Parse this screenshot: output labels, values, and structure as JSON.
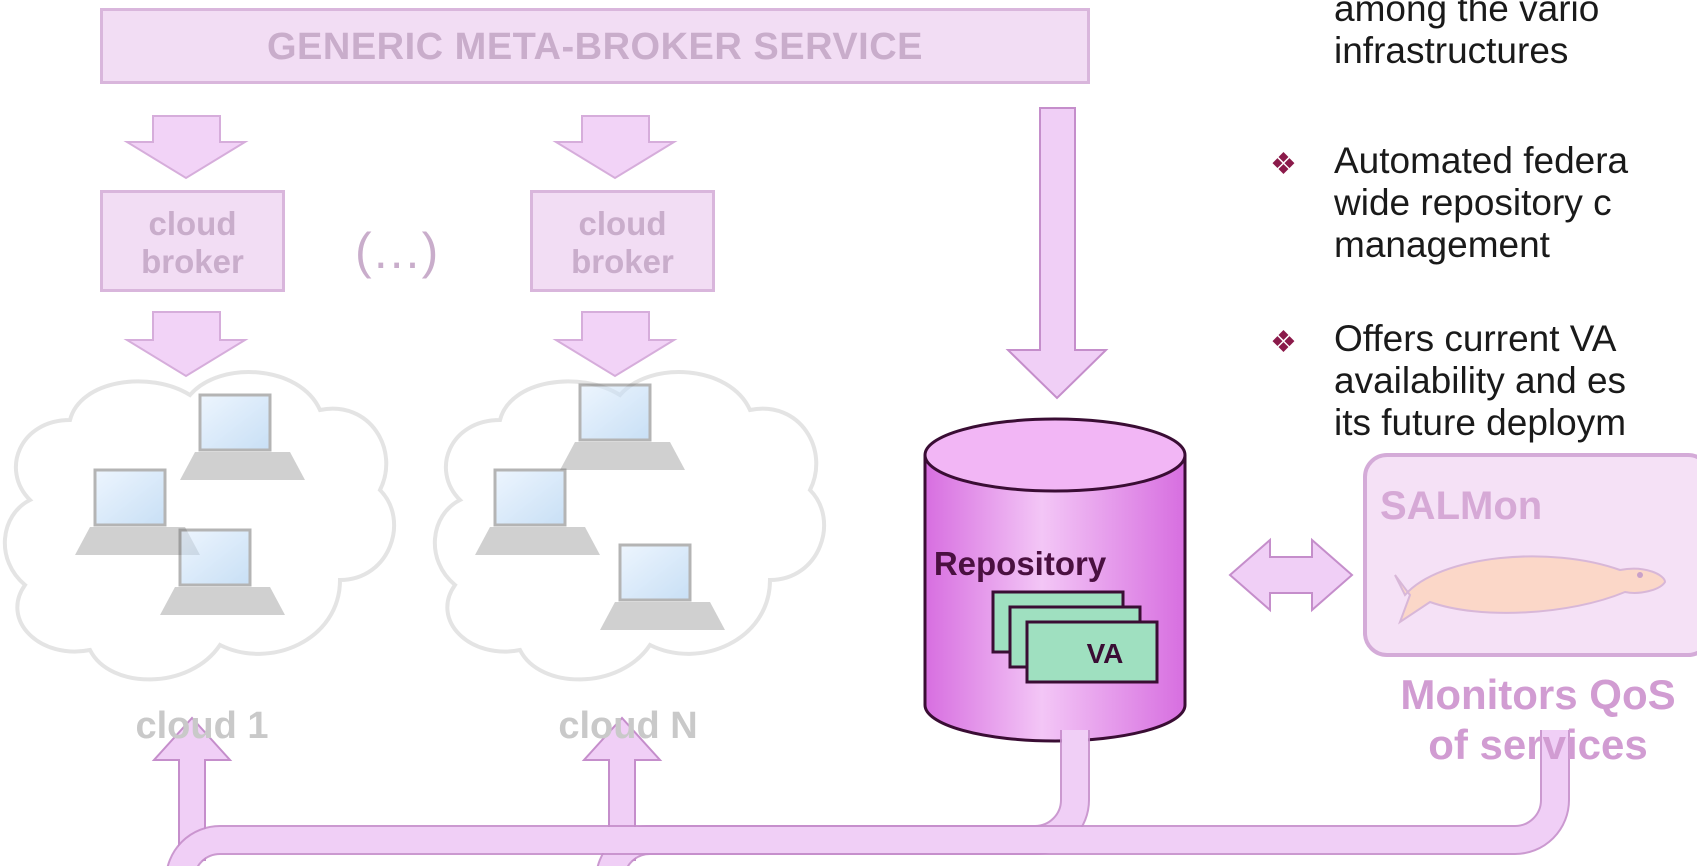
{
  "meta_broker": {
    "title": "GENERIC META-BROKER SERVICE"
  },
  "brokers": [
    {
      "line1": "cloud",
      "line2": "broker"
    },
    {
      "line1": "cloud",
      "line2": "broker"
    }
  ],
  "ellipsis": "(…)",
  "clouds": [
    {
      "label": "cloud 1"
    },
    {
      "label": "cloud N"
    }
  ],
  "repository": {
    "label": "Repository",
    "va_label": "VA"
  },
  "salmon": {
    "title": "SALMon",
    "caption_line1": "Monitors QoS",
    "caption_line2": "of services"
  },
  "bullets": {
    "first_tail": [
      "among the vario",
      "infrastructures"
    ],
    "items": [
      {
        "lines": [
          "Automated federa",
          "wide repository c",
          "management"
        ]
      },
      {
        "lines": [
          "Offers current VA",
          "availability and es",
          "its future deploym"
        ]
      }
    ]
  },
  "colors": {
    "faded_purple": "#f2ddf4",
    "faded_border": "#d9b6dc",
    "arrow_fill": "#f0cff6",
    "arrow_stroke": "#c58ecb",
    "repo_fill": "#e9a0ef",
    "repo_stroke": "#3a0d34",
    "va_fill": "#9fe0c0",
    "bullet_mark": "#8b1a4a"
  }
}
